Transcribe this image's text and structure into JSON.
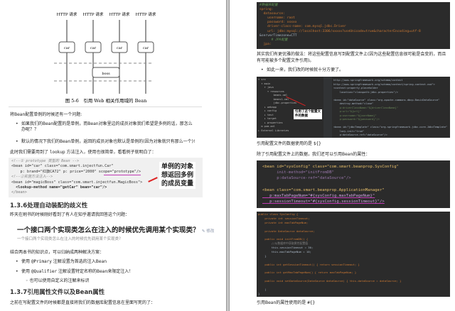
{
  "left_page": {
    "figure": {
      "requests": [
        "HTTP 请求",
        "HTTP 请求",
        "HTTP 请求",
        "HTTP 请求"
      ],
      "car_label": "car",
      "boss_label": "boss",
      "caption": "图 5-6　引用 Web 相关作用域的 Bean"
    },
    "intro": "将Bean配置单例的时候还有一个问题:",
    "bullets1": [
      "如果我们的Bean配置的是单例，而Bean对象里边的成员对象我们希望是多例的话，那怎么办呢？？",
      "默认的情况下我们的Bean单例，返回的成员对象也默认是单例的(因为对象就只有那么一个)!"
    ],
    "lookup_text_pre": "此时我们需要用到了",
    "lookup_code": "lookup",
    "lookup_text_post": "方法注入，使用也很简单，看看例子就明白了：",
    "xml_code": [
      "<!--① prototype 类型的 Bean -->",
      "<bean id=\"car\" class=\"com.smart.injectfun.Car\"",
      "    p: brand=\"红旗CA72\" p: price=\"2000\" scope=\"prototype\"/>",
      "<!--②实施方法注入-->",
      "<bean id=\"magicBoss\" class=\"com.smart.injectfun.MagicBoss\">",
      "  <lookup-method name=\"getCar\" bean=\"car\"/>",
      "</bean>"
    ],
    "callout": [
      "单例的对象",
      "想返回多例",
      "的成员变量"
    ],
    "heading_136": "1.3.6处理自动装配的歧义性",
    "zhihu_intro": "昨天在刷书的时候刚好看到了有人在知乎邀请我回答这个问题：",
    "zhihu_title": "一个接口两个实现类怎么在注入的时候优先调用某个实现类？",
    "zhihu_edit": "修改",
    "zhihu_subtitle": "一个接口两个实现类怎么在注入的时候优先调用某个实现类？",
    "solutions_intro": "结合两本书的知识点，可以归纳成两种解决方案：",
    "bullets2": [
      {
        "pre": "使用",
        "code": "@Primary",
        "post": "注解设置为首选的注入Bean"
      },
      {
        "pre": "使用",
        "code": "@Qualifier",
        "post": "注解设置特定名称的Bean来限定注入！"
      }
    ],
    "sub_bullet": "也可以使用自定义的注解来标识",
    "heading_137": "1.3.7引用属性文件以及Bean属性",
    "last_line": "之前在写配置文件的时候都是直接将我们的数据库配置信息在里面写死的了："
  },
  "right_page": {
    "yaml_code": [
      "#数据库配置",
      "spring:",
      "  datasource:",
      "    username: root",
      "    password: xxxxx",
      "    driver-class-name: com.mysql.jdbc.Driver",
      "    url: jdbc:mysql://localhost:3306/xxxxx?useUnicode=true&characterEncoding=utf-8",
      "&serverTimezone=CTT",
      "      # JPA配置",
      "  jpa:"
    ],
    "para1": "其实我们有更优雅的做法：将这些配置信息写到配置文件上(因为这些配置信息很可能是会变的，而且有可能被多个配置文件引用)。",
    "bullet": "如此一来，我们改的时候就十分方便了。",
    "ide_tree": [
      "▾ src",
      "  ▾ main",
      "    ▾ java",
      "      ▾ resources",
      "          beans.xml",
      "          beans1.xml",
      "          jdbc.properties",
      "    ▸ webapp",
      "    ▸ config",
      "    ▸ test",
      "    ▸ target",
      "    ▸ properties",
      "  m pom.xml",
      "▸ External Libraries"
    ],
    "ide_code": [
      "http://www.springframework.org/schema/context",
      "http://www.springframework.org/schema/context/spring-context.xsd\">",
      "<context:property-placeholder",
      "    location=\"classpath:jdbc.properties\"/>",
      "",
      "<bean id=\"dataSource\" class=\"org.apache.commons.dbcp.BasicDataSource\"",
      "    destroy-method=\"close\"",
      "    p:driverClassName=\"${driverClassName}\"",
      "    p:url=\"${url}\"",
      "    p:username=\"${userName}\"",
      "    p:password=\"${password}\"/>",
      "",
      "<bean id=\"jdbcTemplate\" class=\"org.springframework.jdbc.core.JdbcTemplate\"",
      "    lazy-init=\"true\"",
      "    p:dataSource-ref=\"dataSource\"/>"
    ],
    "ide_callout": "引用了这个配置文件的数据",
    "caption1_pre": "引用配置文件的数据使用的是",
    "caption1_code": "${}",
    "para2": "除了引用配置文件上的数据，我们还可以引用Bean的属性：",
    "xml_code": [
      "<bean id=\"sysConfig\" class=\"com.smart.beanprop.SysConfig\"",
      "      init-method=\"initFromDB\"",
      "      p:dataSource-ref=\"dataSource\"/>",
      "",
      "<bean class=\"com.smart.beanprop.ApplicationManager\"",
      "   p:maxTabPageNum=\"#{sysConfig.maxTabPageNum}\"",
      "   p:sessionTimeout=\"#{sysConfig.sessionTimeout}\"/>"
    ],
    "java_code": [
      "public class SysConfig {",
      "    private int sessionTimeout;",
      "    private int maxTabPageNum;",
      "",
      "    private DataSource dataSource;",
      "",
      "    public void initFromDB() {",
      "        //从数据库中获取属性配置值",
      "        this.sessionTimeout = 30;",
      "        this.maxTabPageNum = 10;",
      "    }",
      "",
      "    public int getSessionTimeout() { return sessionTimeout; }",
      "",
      "    public int getMaxTabPageNum() { return maxTabPageNum; }",
      "",
      "    public void setDataSource(DataSource dataSource) { this.dataSource = dataSource; }",
      "",
      "    |",
      "}"
    ],
    "caption2_pre": "引用Bean的属性使用的是",
    "caption2_code": "#{}"
  }
}
